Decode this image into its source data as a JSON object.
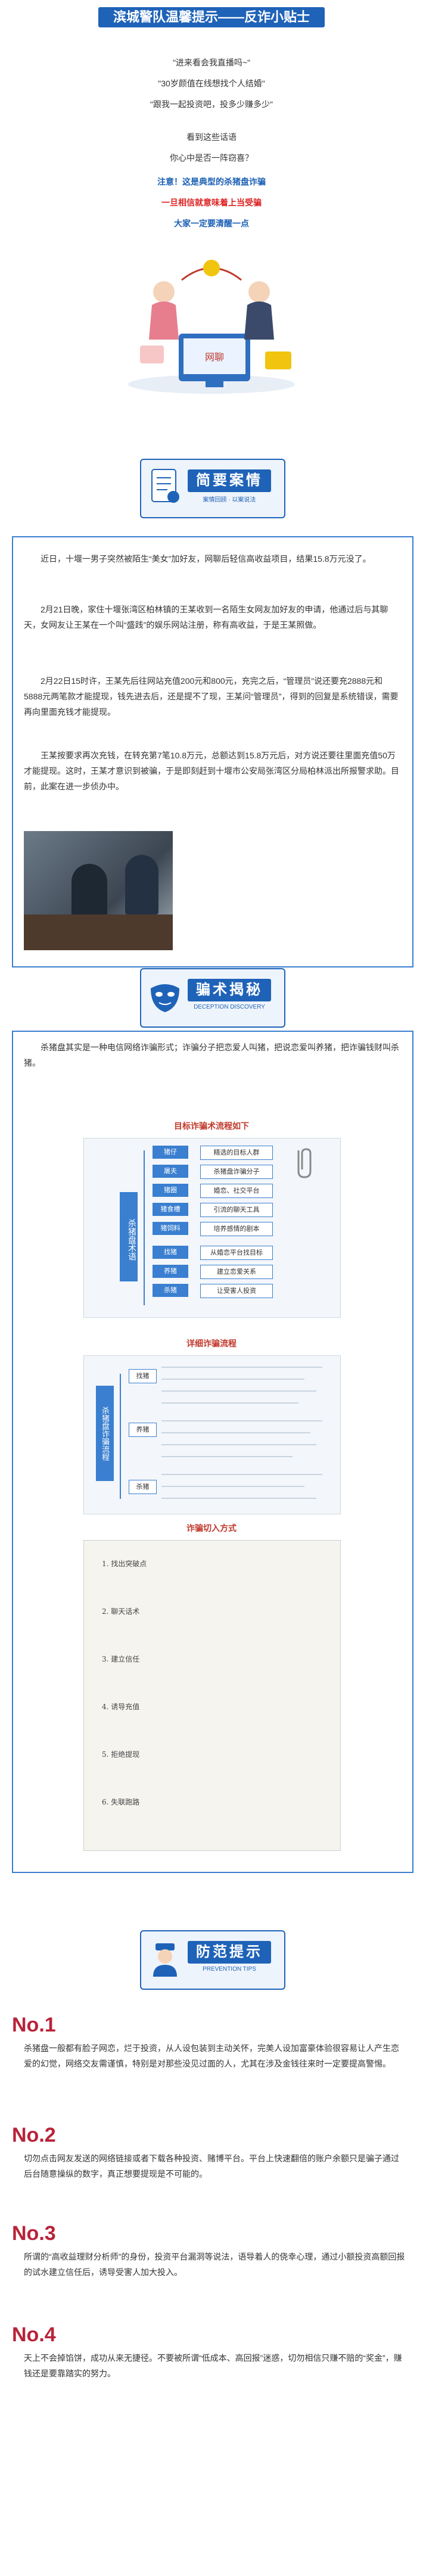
{
  "header": {
    "title": "滨城警队温馨提示——反诈小贴士"
  },
  "quotes": [
    "\"进来看会我直播吗~\"",
    "\"30岁颜值在线想找个人结婚\"",
    "\"跟我一起投资吧，投多少赚多少\""
  ],
  "lead": [
    "看到这些话语",
    "你心中是否一阵窃喜？"
  ],
  "warning": [
    "注意！这是典型的杀猪盘诈骗",
    "一旦相信就意味着上当受骗",
    "大家一定要清醒一点"
  ],
  "hero": {
    "monitor_text": "网聊"
  },
  "section1": {
    "title": "简要案情",
    "sub": "案情回顾 · 以案说法"
  },
  "case": {
    "p1": "近日，十堰一男子突然被陌生“美女”加好友，网聊后轻信高收益项目，结果15.8万元没了。",
    "p2": "2月21日晚，家住十堰张湾区柏林镇的王某收到一名陌生女网友加好友的申请，他通过后与其聊天，女网友让王某在一个叫“盛践”的娱乐网站注册，称有高收益，于是王某照做。",
    "p3": "2月22日15时许，王某先后往网站充值200元和800元，充完之后，“管理员”说还要充2888元和5888元两笔款才能提现，钱先进去后，还是提不了现，王某问“管理员”，得到的回复是系统错误，需要再向里面充钱才能提现。",
    "p4": "王某按要求再次充钱，在转充第7笔10.8万元，总额达到15.8万元后，对方说还要往里面充值50万才能提现。这时，王某才意识到被骗，于是即刻赶到十堰市公安局张湾区分局柏林派出所报警求助。目前，此案在进一步侦办中。"
  },
  "section2": {
    "title": "骗术揭秘",
    "sub": "DECEPTION DISCOVERY"
  },
  "intro": "杀猪盘其实是一种电信网络诈骗形式；诈骗分子把恋爱人叫猪，把说恋爱叫养猪，把诈骗钱财叫杀猪。",
  "fig1": {
    "title": "目标诈骗术流程如下",
    "center": "杀猪盘术语",
    "rows": [
      {
        "k": "猪仔",
        "v": "精选的目标人群"
      },
      {
        "k": "屠夫",
        "v": "杀猪盘诈骗分子"
      },
      {
        "k": "猪圈",
        "v": "婚恋、社交平台"
      },
      {
        "k": "猪食槽",
        "v": "引流的聊天工具"
      },
      {
        "k": "猪饲料",
        "v": "培养感情的剧本"
      },
      {
        "k": "找猪",
        "v": "从婚恋平台找目标"
      },
      {
        "k": "养猪",
        "v": "建立恋爱关系"
      },
      {
        "k": "杀猪",
        "v": "让受害人投资"
      }
    ]
  },
  "fig2": {
    "title": "详细诈骗流程",
    "center": "杀猪盘诈骗流程",
    "branches": [
      "找猪",
      "养猪",
      "杀猪"
    ]
  },
  "fig3": {
    "title": "诈骗切入方式",
    "lines": [
      "1. 找出突破点",
      "2. 聊天话术",
      "3. 建立信任",
      "4. 诱导充值",
      "5. 拒绝提现",
      "6. 失联跑路"
    ]
  },
  "section3": {
    "title": "防范提示",
    "sub": "PREVENTION TIPS"
  },
  "tips": [
    {
      "no": "No.1",
      "text": "杀猪盘一般都有脸子网恋，烂于投资，从人设包装到主动关怀，完美人设加富豪体验很容易让人产生恋爱的幻觉，网络交友需谨慎，特别是对那些没见过面的人，尤其在涉及金钱往来时一定要提高警惕。"
    },
    {
      "no": "No.2",
      "text": "切勿点击网友发送的网络链接或者下载各种投资、赌博平台。平台上快速翻倍的账户余额只是骗子通过后台随意操纵的数字，真正想要提现是不可能的。"
    },
    {
      "no": "No.3",
      "text": "所谓的“高收益理财分析师”的身份，投资平台漏洞等说法，语导着人的侥幸心理，通过小额投资高额回报的试水建立信任后，诱导受害人加大投入。"
    },
    {
      "no": "No.4",
      "text": "天上不会掉馅饼，成功从来无捷径。不要被所谓“低成本、高回报”迷惑，切勿相信只赚不赔的“奖金”，赚钱还是要靠踏实的努力。"
    }
  ]
}
